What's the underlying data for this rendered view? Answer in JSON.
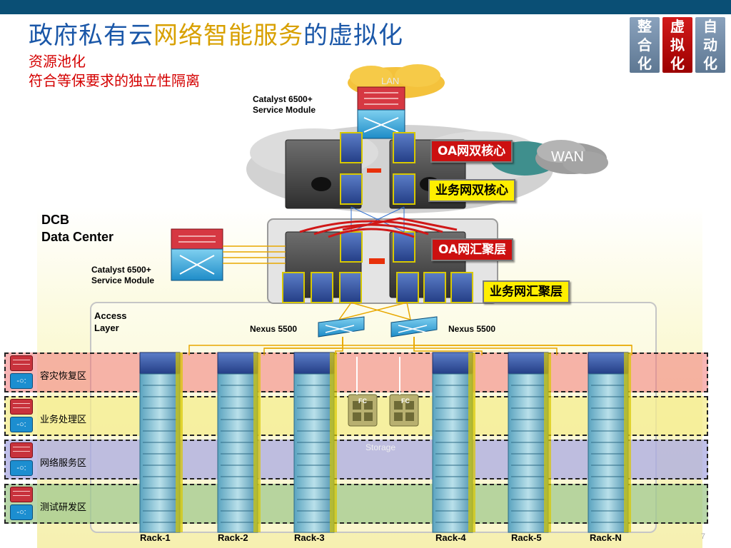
{
  "title": {
    "part1": "政府私有云",
    "part2": "网络智能服务",
    "part3": "的虚拟化"
  },
  "subtitle": {
    "line1": "资源池化",
    "line2": "符合等保要求的独立性隔离"
  },
  "tabs": [
    {
      "chars": [
        "整",
        "合",
        "化"
      ],
      "active": false
    },
    {
      "chars": [
        "虚",
        "拟",
        "化"
      ],
      "active": true
    },
    {
      "chars": [
        "自",
        "动",
        "化"
      ],
      "active": false
    }
  ],
  "cloud_lan": "LAN",
  "cloud_wan": "WAN",
  "catalyst_top": {
    "line1": "Catalyst 6500+",
    "line2": "Service Module"
  },
  "catalyst_left": {
    "line1": "Catalyst 6500+",
    "line2": "Service Module"
  },
  "callouts": {
    "oa_core": "OA网双核心",
    "biz_core": "业务网双核心",
    "oa_agg": "OA网汇聚层",
    "biz_agg": "业务网汇聚层"
  },
  "dcb": {
    "line1": "DCB",
    "line2": "Data Center"
  },
  "access": {
    "line1": "Access",
    "line2": "Layer"
  },
  "nexus_left": "Nexus 5500",
  "nexus_right": "Nexus 5500",
  "storage": {
    "fc": "FC",
    "label": "Storage"
  },
  "zones": [
    "容灾恢复区",
    "业务处理区",
    "网络服务区",
    "测试研发区"
  ],
  "ids_icon": "-○:",
  "racks": [
    "Rack-1",
    "Rack-2",
    "Rack-3",
    "Rack-4",
    "Rack-5",
    "Rack-N"
  ],
  "page_number": "7",
  "colors": {
    "accent_red": "#cc1010",
    "accent_yellow": "#ffee00",
    "topbar": "#0a4f75",
    "title_blue": "#1a57a8",
    "title_gold": "#d8a000"
  }
}
